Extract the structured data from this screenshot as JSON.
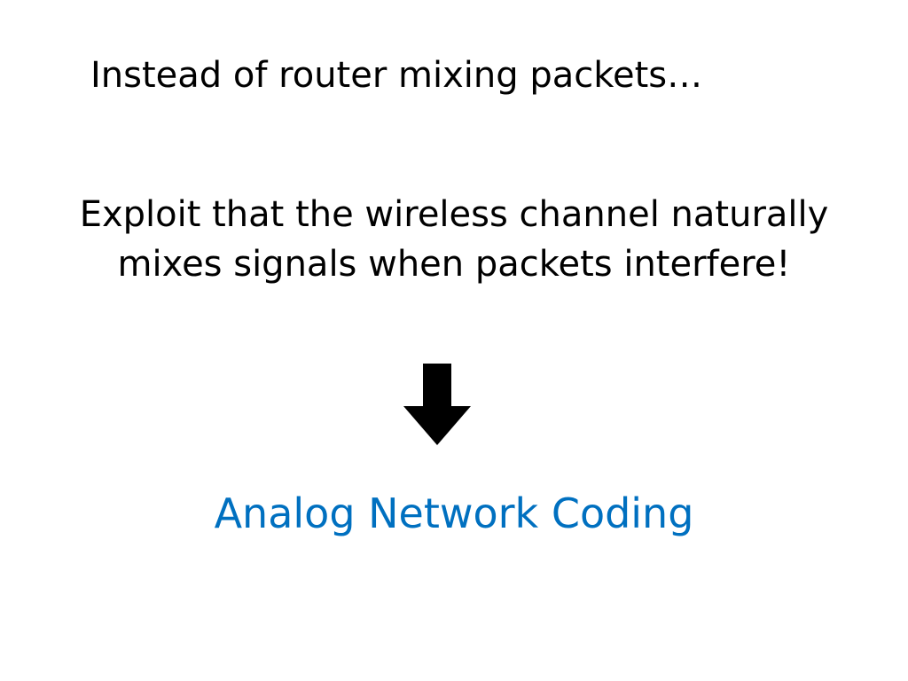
{
  "slide": {
    "intro_text": "Instead of router mixing packets…",
    "statement_lines": [
      "Exploit that the wireless channel naturally",
      "mixes signals when packets interfere!"
    ],
    "arrow_icon": "down-arrow-icon",
    "result_text": "Analog Network Coding",
    "colors": {
      "text": "#000000",
      "accent": "#0070C0",
      "arrow": "#000000",
      "background": "#FFFFFF"
    }
  }
}
